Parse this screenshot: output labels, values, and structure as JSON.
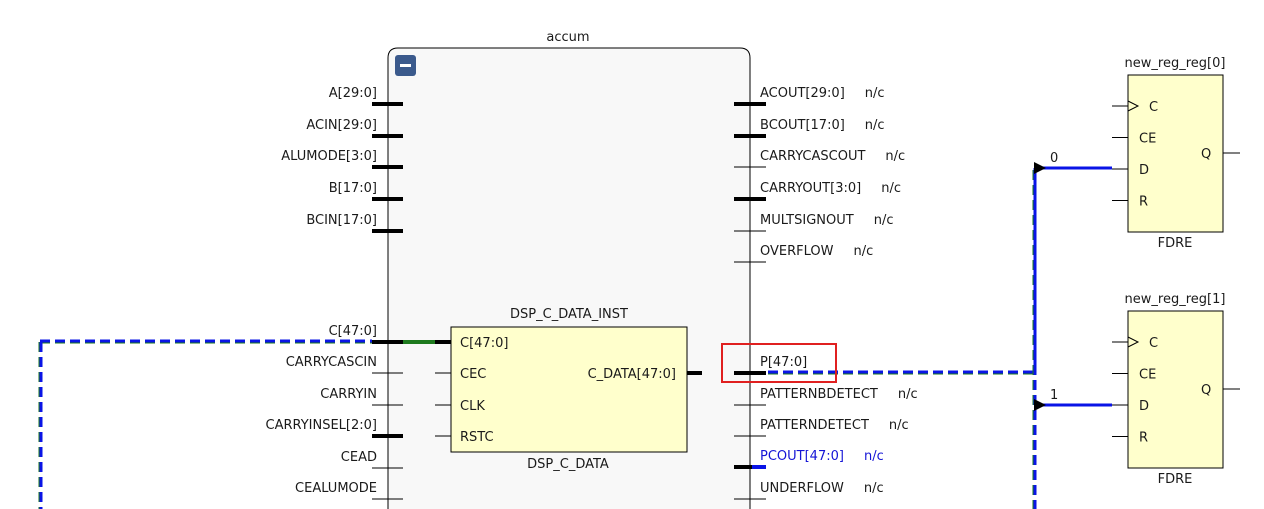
{
  "accum": {
    "title": "accum",
    "collapse_icon": "minus-icon",
    "inputs": [
      {
        "name": "A[29:0]",
        "bus": true
      },
      {
        "name": "ACIN[29:0]",
        "bus": true
      },
      {
        "name": "ALUMODE[3:0]",
        "bus": true
      },
      {
        "name": "B[17:0]",
        "bus": true
      },
      {
        "name": "BCIN[17:0]",
        "bus": true
      },
      {
        "name": "C[47:0]",
        "bus": true
      },
      {
        "name": "CARRYCASCIN",
        "bus": false
      },
      {
        "name": "CARRYIN",
        "bus": false
      },
      {
        "name": "CARRYINSEL[2:0]",
        "bus": true
      },
      {
        "name": "CEAD",
        "bus": false
      },
      {
        "name": "CEALUMODE",
        "bus": false
      }
    ],
    "outputs": [
      {
        "name": "ACOUT[29:0]",
        "nc": "n/c",
        "bus": true
      },
      {
        "name": "BCOUT[17:0]",
        "nc": "n/c",
        "bus": true
      },
      {
        "name": "CARRYCASCOUT",
        "nc": "n/c",
        "bus": false
      },
      {
        "name": "CARRYOUT[3:0]",
        "nc": "n/c",
        "bus": true
      },
      {
        "name": "MULTSIGNOUT",
        "nc": "n/c",
        "bus": false
      },
      {
        "name": "OVERFLOW",
        "nc": "n/c",
        "bus": false
      },
      {
        "name": "P[47:0]",
        "nc": "",
        "bus": true
      },
      {
        "name": "PATTERNBDETECT",
        "nc": "n/c",
        "bus": false
      },
      {
        "name": "PATTERNDETECT",
        "nc": "n/c",
        "bus": false
      },
      {
        "name": "PCOUT[47:0]",
        "nc": "n/c",
        "bus": true,
        "highlight": true
      },
      {
        "name": "UNDERFLOW",
        "nc": "n/c",
        "bus": false
      }
    ]
  },
  "dsp_c_data": {
    "instance": "DSP_C_DATA_INST",
    "type": "DSP_C_DATA",
    "inputs": [
      "C[47:0]",
      "CEC",
      "CLK",
      "RSTC"
    ],
    "output": "C_DATA[47:0]"
  },
  "registers": [
    {
      "instance": "new_reg_reg[0]",
      "type": "FDRE",
      "pins": [
        "C",
        "CE",
        "D",
        "R"
      ],
      "output": "Q",
      "bit_label": "0"
    },
    {
      "instance": "new_reg_reg[1]",
      "type": "FDRE",
      "pins": [
        "C",
        "CE",
        "D",
        "R"
      ],
      "output": "Q",
      "bit_label": "1"
    }
  ],
  "selection": {
    "pin": "P[47:0]",
    "color": "#e02020"
  },
  "colors": {
    "net_blue": "#0a14e6",
    "net_green": "#1e7a1e",
    "block_fill": "#ffffcc",
    "hier_fill": "#f8f8f8",
    "collapse_btn": "#3b5a8c"
  }
}
